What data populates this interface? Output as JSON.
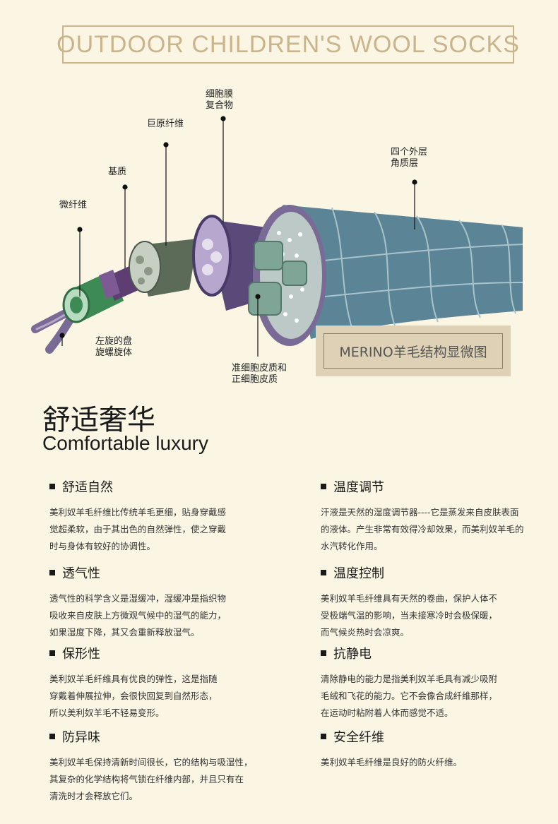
{
  "header": {
    "title": "OUTDOOR CHILDREN'S WOOL SOCKS"
  },
  "diagram": {
    "labels": {
      "cell_membrane_complex": [
        "细胞膜",
        "复合物"
      ],
      "macrofibril": "巨原纤维",
      "matrix": "基质",
      "microfibril": "微纤维",
      "outer_cuticle": [
        "四个外层",
        "角质层"
      ],
      "left_helix": [
        "左旋的盘",
        "旋螺旋体"
      ],
      "cortex": [
        "准细胞皮质和",
        "正细胞皮质"
      ]
    },
    "caption": "MERINO羊毛结构显微图",
    "colors": {
      "cuticle": "#5b8596",
      "cortex_ring": "#7a6a96",
      "cortex_fill": "#bcc9c7",
      "matrix_purple": "#5e3d73",
      "macrofibril": "#5c6a58",
      "microfibril_green": "#3e8a55",
      "helix": "#7a6a96"
    }
  },
  "section": {
    "title_cn": "舒适奢华",
    "title_en": "Comfortable luxury"
  },
  "features": [
    {
      "title": "舒适自然",
      "lines": [
        "美利奴羊毛纤维比传统羊毛更细，贴身穿戴感",
        "觉超柔软，由于其出色的自然弹性，使之穿戴",
        "时与身体有较好的协调性。"
      ]
    },
    {
      "title": "温度调节",
      "lines": [
        "汗液是天然的湿度调节器----它是蒸发来自皮肤表面",
        "的液体。产生非常有效得冷却效果，而美利奴羊毛的",
        "水汽转化作用。"
      ]
    },
    {
      "title": "透气性",
      "lines": [
        "透气性的科学含义是湿缓冲，湿缓冲是指织物",
        "吸收来自皮肤上方微观气候中的湿气的能力，",
        "如果湿度下降，其又会重新释放湿气。"
      ]
    },
    {
      "title": "温度控制",
      "lines": [
        "美利奴羊毛纤维具有天然的卷曲，保护人体不",
        "受极端气温的影响，当未接寒冷时会极保暖，",
        "而气候炎热时会凉爽。"
      ]
    },
    {
      "title": "保形性",
      "lines": [
        "美利奴羊毛纤维具有优良的弹性，这是指随",
        "穿戴着伸展拉伸，会很快回复到自然形态，",
        "所以美利奴羊毛不轻易变形。"
      ]
    },
    {
      "title": "抗静电",
      "lines": [
        "清除静电的能力是指美利奴羊毛具有减少吸附",
        "毛绒和飞花的能力。它不会像合成纤维那样，",
        "在运动时粘附着人体而感觉不适。"
      ]
    },
    {
      "title": "防异味",
      "lines": [
        "美利奴羊毛保持清新时间很长，它的结构与吸湿性，",
        "其复杂的化学结构将气锁在纤维内部，并且只有在",
        "清洗时才会释放它们。"
      ]
    },
    {
      "title": "安全纤维",
      "lines": [
        "美利奴羊毛纤维是良好的防火纤维。"
      ]
    }
  ]
}
